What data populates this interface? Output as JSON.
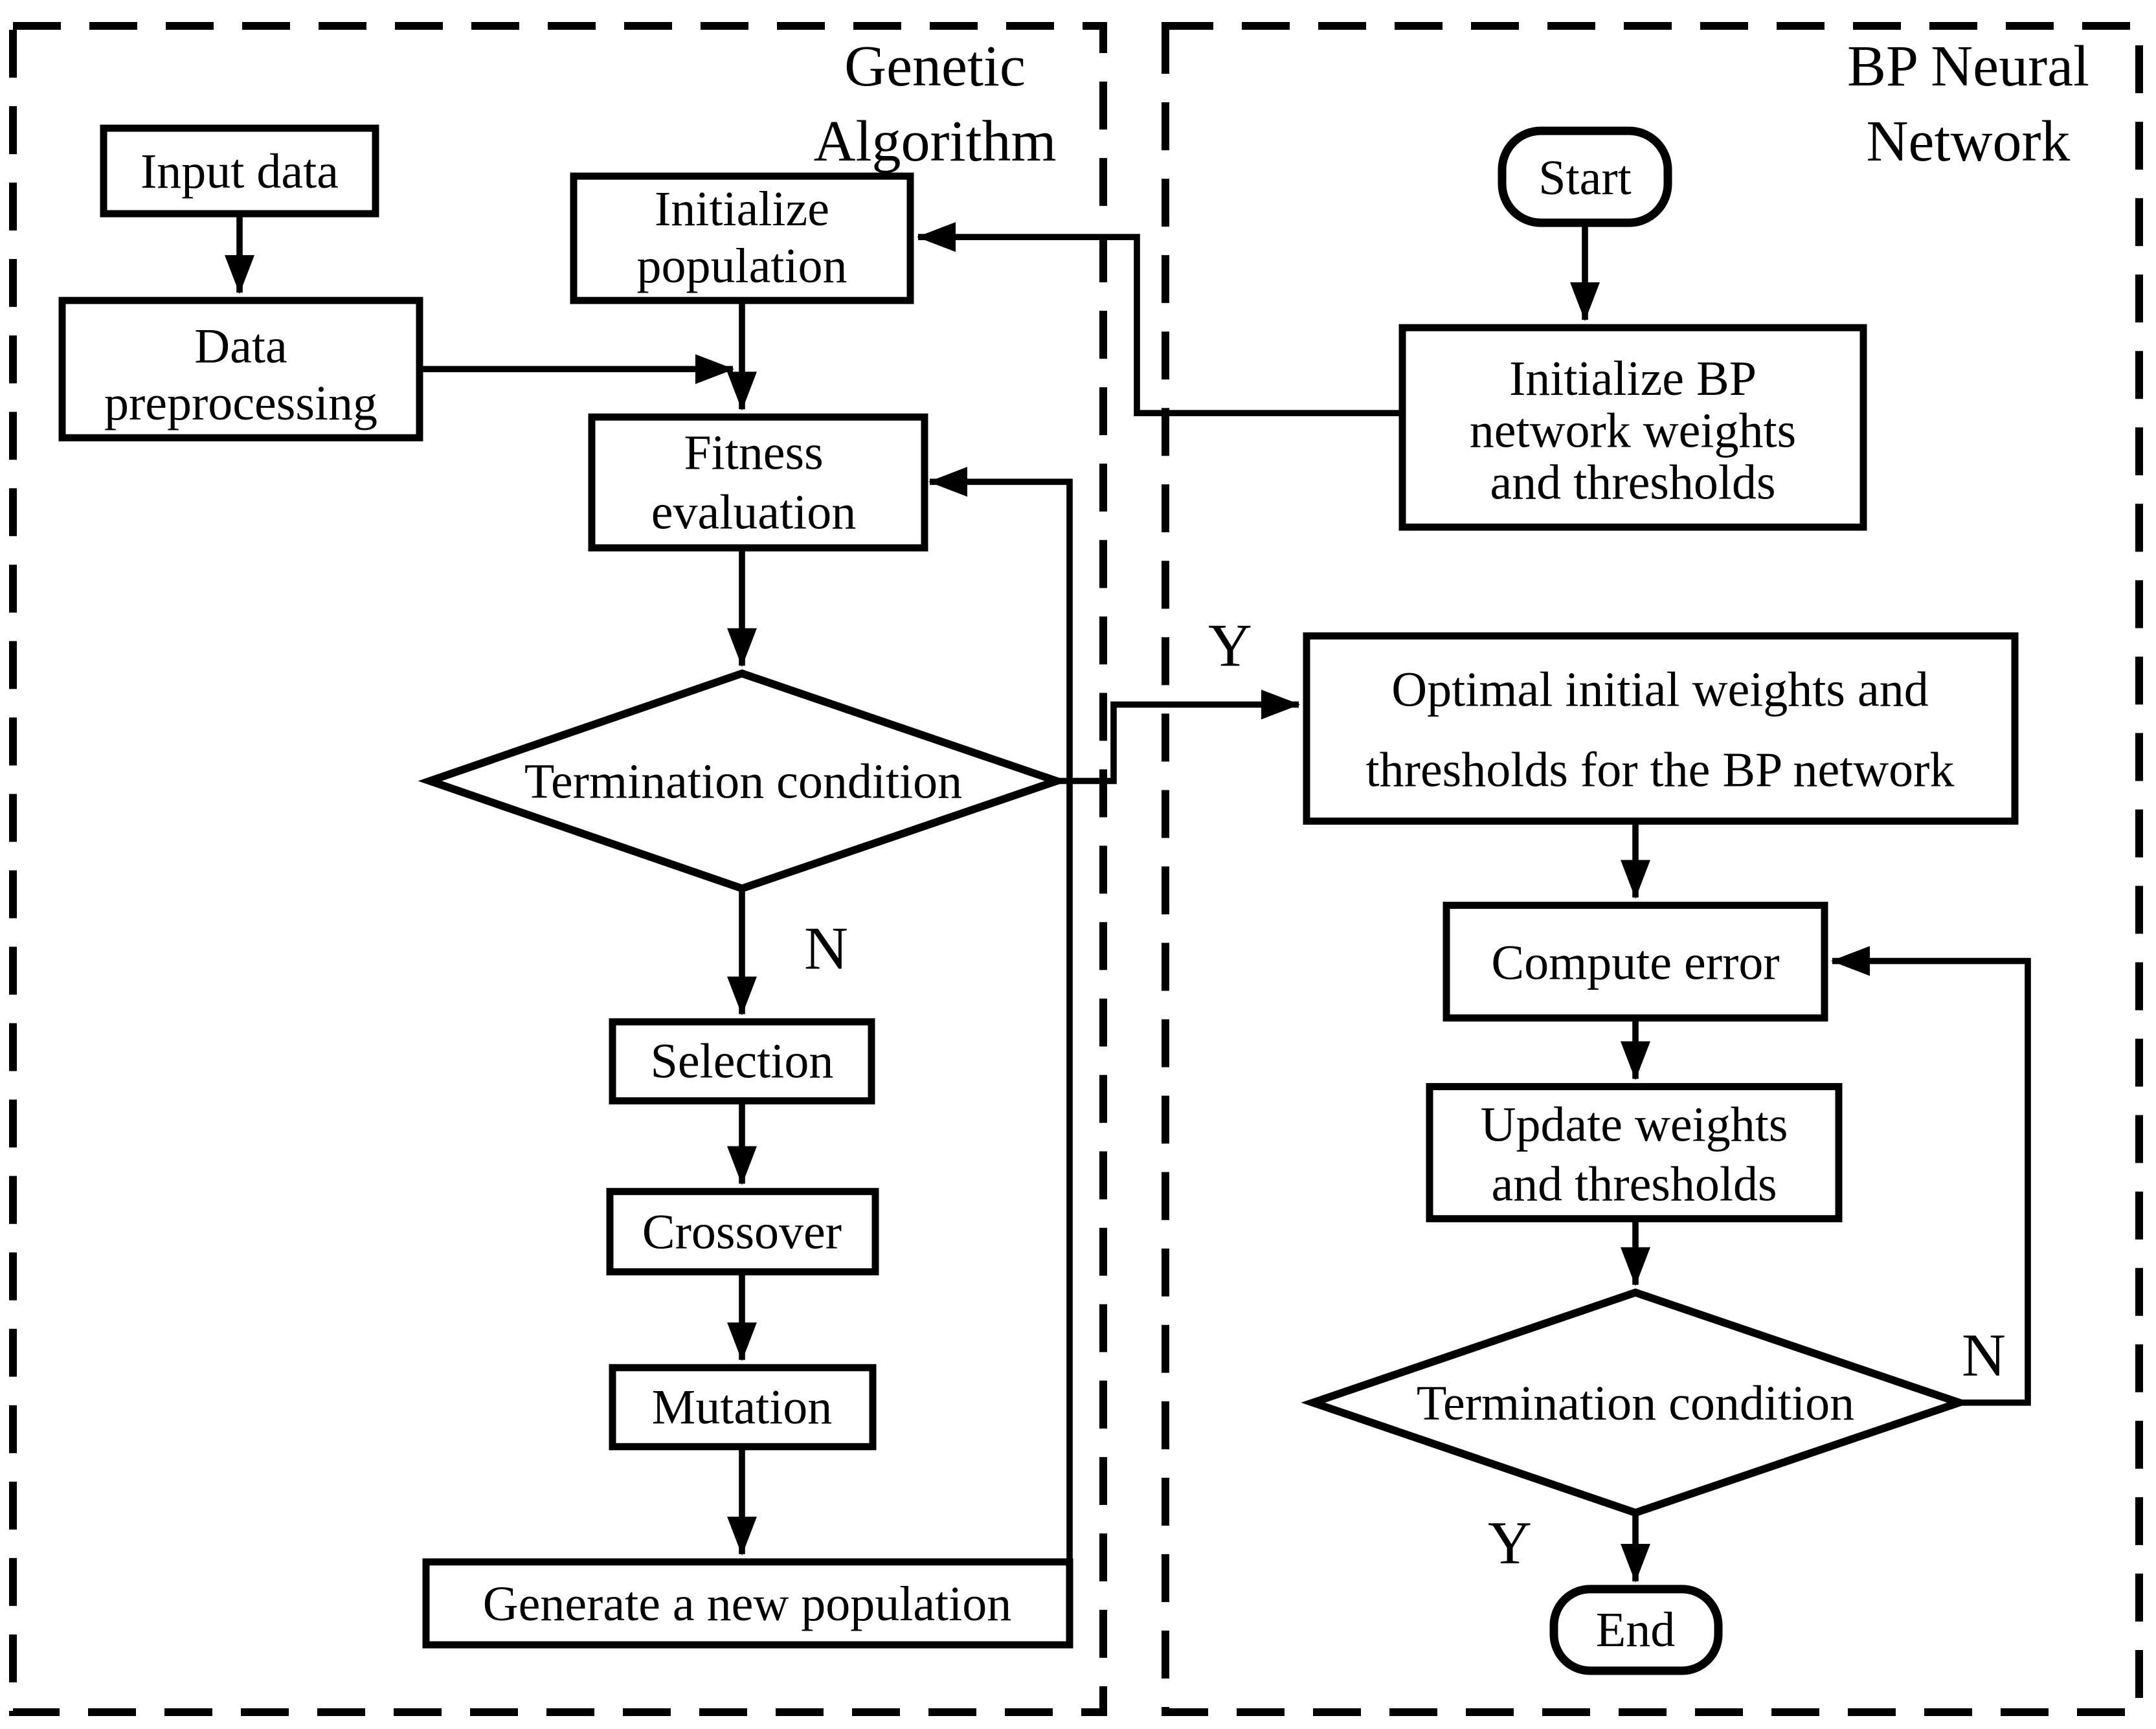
{
  "colors": {
    "stroke": "#000000",
    "background": "#ffffff"
  },
  "panels": {
    "genetic_algorithm": {
      "title_line1": "Genetic",
      "title_line2": "Algorithm"
    },
    "bp_neural_network": {
      "title_line1": "BP Neural",
      "title_line2": "Network"
    }
  },
  "nodes": {
    "input_data": {
      "lines": [
        "Input data"
      ]
    },
    "data_preprocessing": {
      "lines": [
        "Data",
        "preprocessing"
      ]
    },
    "initialize_population": {
      "lines": [
        "Initialize",
        "population"
      ]
    },
    "fitness_evaluation": {
      "lines": [
        "Fitness",
        "evaluation"
      ]
    },
    "ga_termination": {
      "lines": [
        "Termination condition"
      ]
    },
    "selection": {
      "lines": [
        "Selection"
      ]
    },
    "crossover": {
      "lines": [
        "Crossover"
      ]
    },
    "mutation": {
      "lines": [
        "Mutation"
      ]
    },
    "generate_new_population": {
      "lines": [
        "Generate a new population"
      ]
    },
    "start": {
      "lines": [
        "Start"
      ]
    },
    "initialize_bp_network": {
      "lines": [
        "Initialize BP",
        "network weights",
        "and thresholds"
      ]
    },
    "optimal_weights": {
      "lines": [
        "Optimal initial weights and",
        "thresholds for the BP network"
      ]
    },
    "compute_error": {
      "lines": [
        "Compute error"
      ]
    },
    "update_weights": {
      "lines": [
        "Update weights",
        "and thresholds"
      ]
    },
    "bp_termination": {
      "lines": [
        "Termination condition"
      ]
    },
    "end": {
      "lines": [
        "End"
      ]
    }
  },
  "edge_labels": {
    "ga_no": "N",
    "ga_yes": "Y",
    "bp_no": "N",
    "bp_yes": "Y"
  }
}
